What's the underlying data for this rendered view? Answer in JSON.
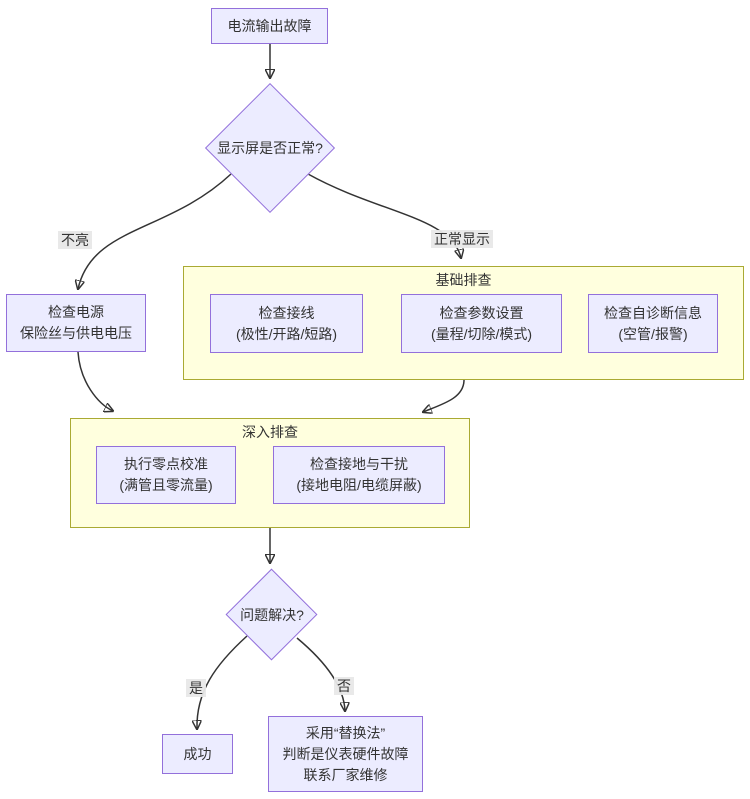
{
  "diagram": {
    "type": "flowchart",
    "colors": {
      "node_fill": "#ECECFF",
      "node_border": "#9370DB",
      "cluster_fill": "#FFFFDE",
      "cluster_border": "#AAAA33",
      "edge": "#333333",
      "text": "#333333",
      "edge_label_bg": "#e8e8e8"
    },
    "nodes": {
      "start": {
        "text": "电流输出故障"
      },
      "display_ok": {
        "text": "显示屏是否正常?"
      },
      "check_power": {
        "text": "检查电源\n保险丝与供电电压"
      },
      "check_wiring": {
        "text": "检查接线\n(极性/开路/短路)"
      },
      "check_params": {
        "text": "检查参数设置\n(量程/切除/模式)"
      },
      "check_diag": {
        "text": "检查自诊断信息\n(空管/报警)"
      },
      "zero_cal": {
        "text": "执行零点校准\n(满管且零流量)"
      },
      "check_ground": {
        "text": "检查接地与干扰\n(接地电阻/电缆屏蔽)"
      },
      "solved": {
        "text": "问题解决?"
      },
      "success": {
        "text": "成功"
      },
      "replace": {
        "text": "采用“替换法”\n判断是仪表硬件故障\n联系厂家维修"
      }
    },
    "clusters": {
      "basic": {
        "title": "基础排查"
      },
      "deep": {
        "title": "深入排查"
      }
    },
    "edge_labels": {
      "not_lit": "不亮",
      "normal_display": "正常显示",
      "yes": "是",
      "no": "否"
    }
  }
}
